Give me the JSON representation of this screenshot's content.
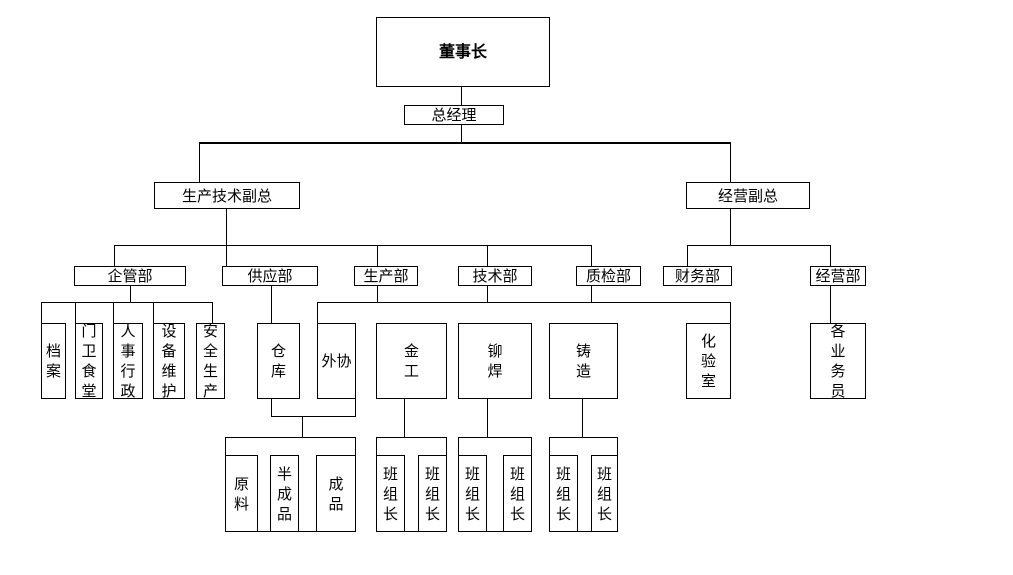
{
  "org_chart": {
    "chairman": "董事长",
    "general_manager": "总经理",
    "vp_production": "生产技术副总",
    "vp_business": "经营副总",
    "departments": {
      "enterprise_mgmt": "企管部",
      "supply": "供应部",
      "production": "生产部",
      "technology": "技术部",
      "quality": "质检部",
      "finance": "财务部",
      "business": "经营部"
    },
    "units": {
      "archives": "档\n案",
      "gate_canteen": "门\n卫\n食\n堂",
      "hr_admin": "人\n事\n行\n政",
      "equipment": "设\n备\n维\n护",
      "safety": "安\n全\n生\n产",
      "warehouse": "仓\n库",
      "outsourcing": "外协",
      "metalwork": "金\n工",
      "riveting": "铆\n焊",
      "casting": "铸\n造",
      "lab": "化\n验\n室",
      "sales_staff": "各\n业\n务\n员"
    },
    "sub_units": {
      "raw": "原\n料",
      "semi": "半\n成\n品",
      "finished": "成\n品",
      "team_leader": "班\n组\n长"
    }
  }
}
